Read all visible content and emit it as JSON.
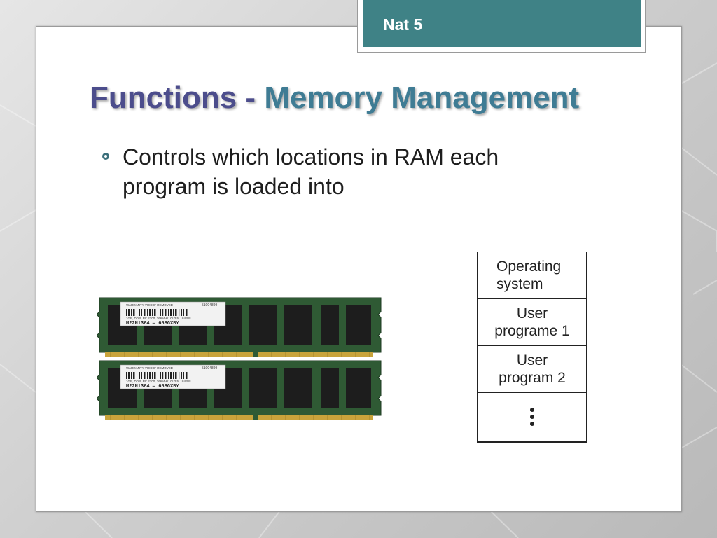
{
  "badge": {
    "label": "Nat 5"
  },
  "title": {
    "part1": "Functions - ",
    "part2": "Memory Management"
  },
  "bullets": [
    {
      "text": "Controls which locations in RAM each program is loaded into"
    }
  ],
  "ram_image": {
    "modules": [
      {
        "label_top": "WARRANTY VOID IF REMOVED",
        "serial": "51004899",
        "spec": "1GB, DDR, PC 2100, 266MHz, CL2.5, 184PIN",
        "part": "M22N1364 — 65BGXBY"
      },
      {
        "label_top": "WARRANTY VOID IF REMOVED",
        "serial": "51004899",
        "spec": "1GB, DDR, PC 2100, 266MHz, CL2.5, 184PIN",
        "part": "M22N1364 — 65BGXBY"
      }
    ]
  },
  "memory_map": {
    "rows": [
      {
        "text": "Operating\nsystem"
      },
      {
        "text": "User\nprograme 1"
      },
      {
        "text": "User\nprogram 2"
      }
    ]
  },
  "colors": {
    "accent": "#3f8286",
    "title_primary": "#4c4d8c",
    "title_secondary": "#3f7c94"
  }
}
